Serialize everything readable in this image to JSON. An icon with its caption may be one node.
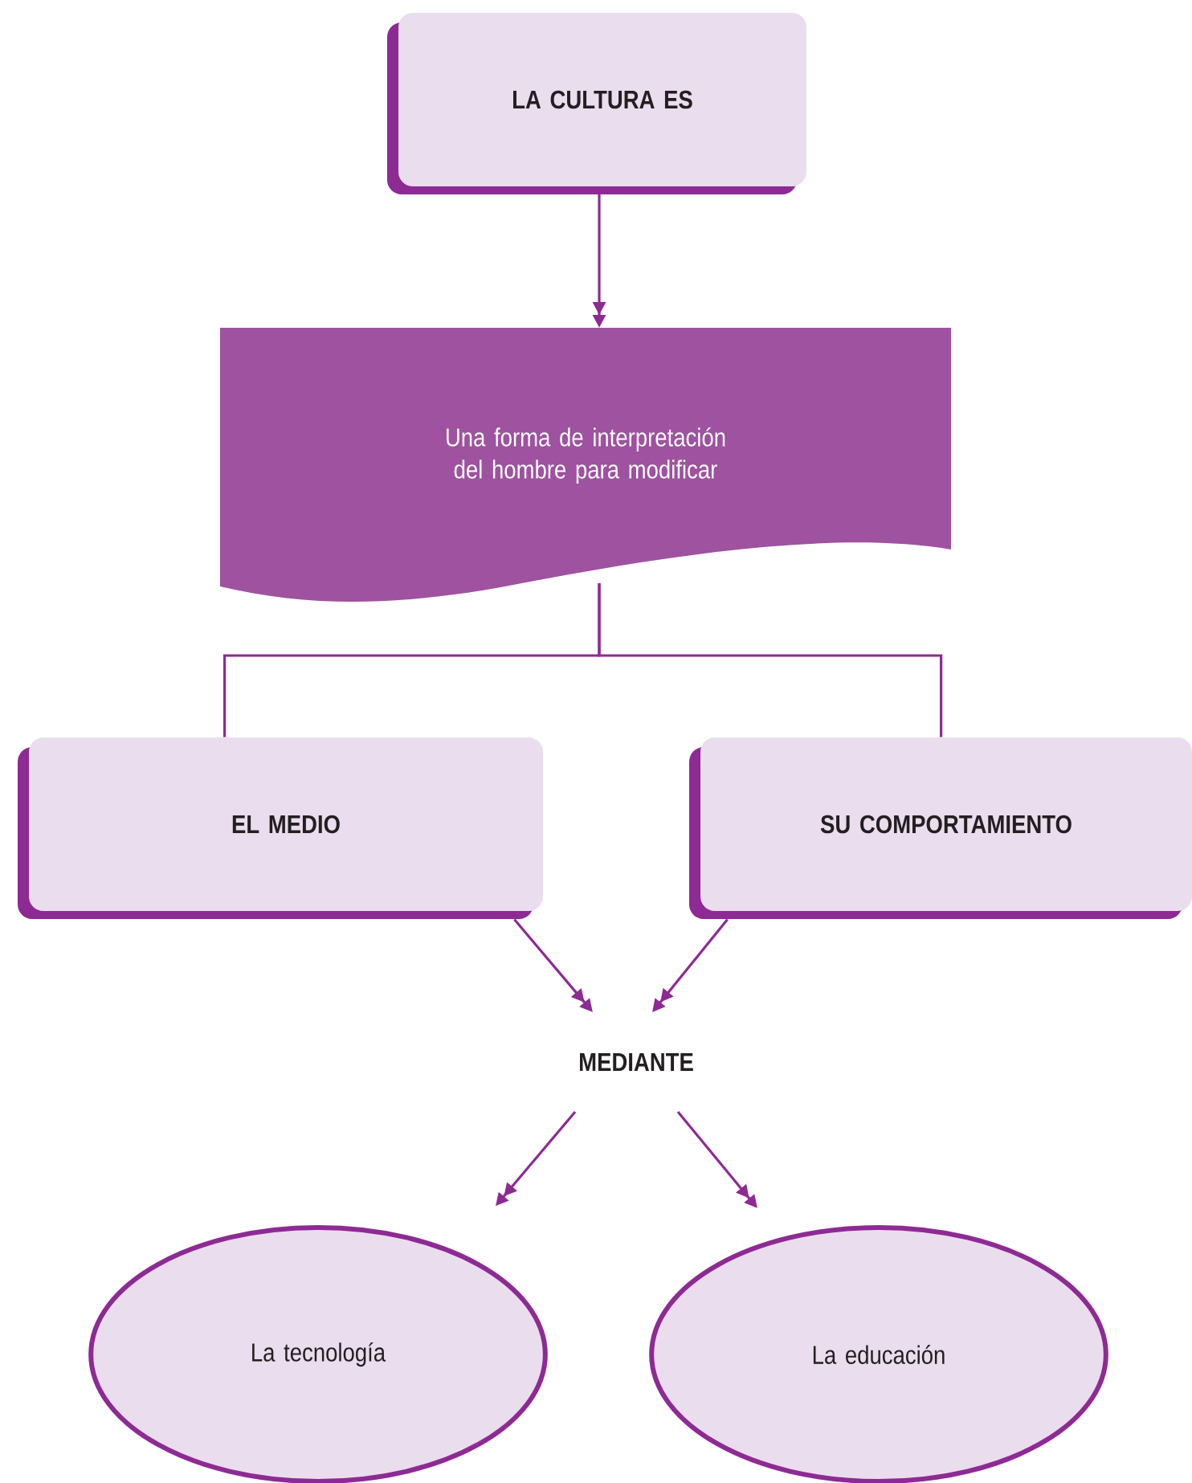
{
  "diagram": {
    "nodes": [
      {
        "text": [
          "LA CULTURA ES"
        ]
      },
      {
        "text": [
          "Una forma de interpretación del hombre para modificar"
        ]
      },
      {
        "text": [
          "EL MEDIO"
        ]
      },
      {
        "text": [
          "SU COMPORTAMIENTO"
        ]
      },
      {
        "text": [
          "MEDIANTE"
        ]
      },
      {
        "text": [
          "La tecnología"
        ]
      },
      {
        "text": [
          "La educación"
        ]
      }
    ],
    "edges": [
      {
        "from": 0,
        "to": 1,
        "arrow": "to"
      },
      {
        "from": 1,
        "to": 2,
        "arrow": "none"
      },
      {
        "from": 1,
        "to": 3,
        "arrow": "none"
      },
      {
        "from": 2,
        "to": 4,
        "arrow": "to"
      },
      {
        "from": 3,
        "to": 4,
        "arrow": "to"
      },
      {
        "from": 4,
        "to": 5,
        "arrow": "to"
      },
      {
        "from": 4,
        "to": 6,
        "arrow": "to"
      }
    ]
  }
}
